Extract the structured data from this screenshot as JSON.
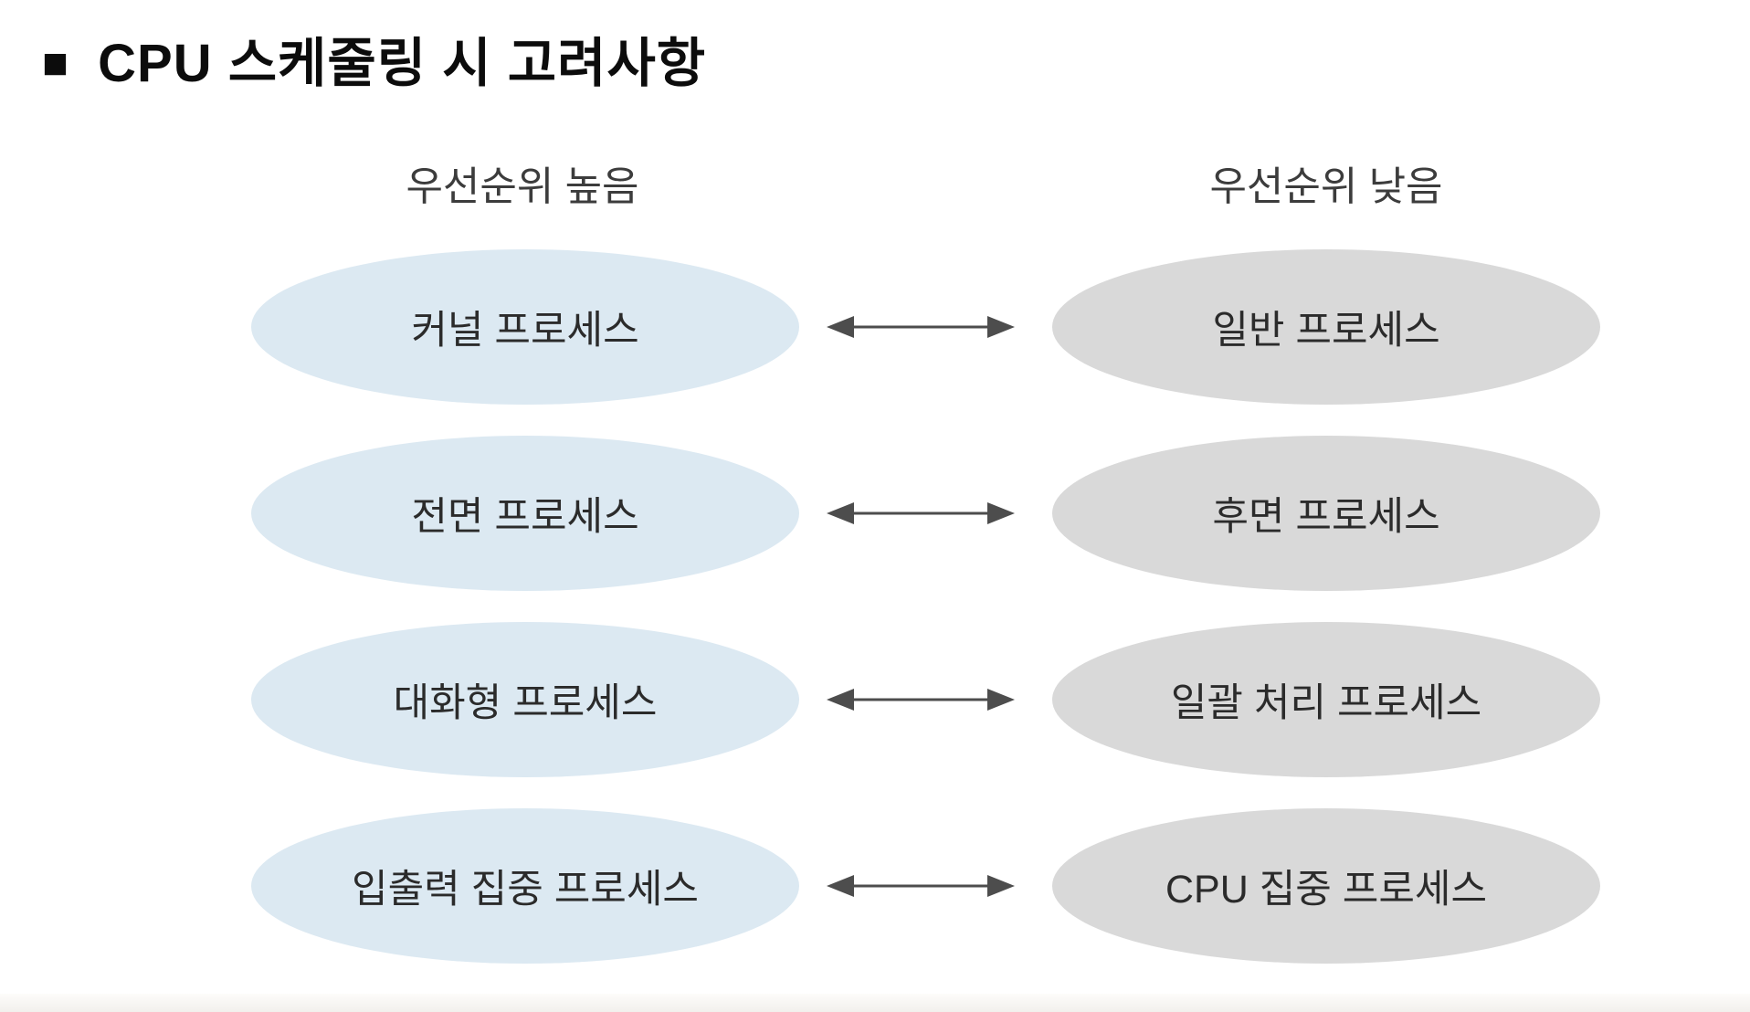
{
  "title": {
    "bullet": "■",
    "text": "CPU 스케줄링 시 고려사항"
  },
  "columns": {
    "left_header": "우선순위 높음",
    "right_header": "우선순위 낮음"
  },
  "rows": [
    {
      "left": "커널 프로세스",
      "right": "일반 프로세스"
    },
    {
      "left": "전면 프로세스",
      "right": "후면 프로세스"
    },
    {
      "left": "대화형 프로세스",
      "right": "일괄 처리 프로세스"
    },
    {
      "left": "입출력 집중 프로세스",
      "right": "CPU 집중 프로세스"
    }
  ],
  "icons": {
    "row_connector": "bidirectional-arrow"
  },
  "colors": {
    "high_priority_fill": "#dce9f2",
    "low_priority_fill": "#d9d9d9",
    "arrow": "#4d4d4d",
    "label_text": "#2b2b2b",
    "header_text": "#3c3c3c",
    "title_text": "#0c0c0c"
  }
}
